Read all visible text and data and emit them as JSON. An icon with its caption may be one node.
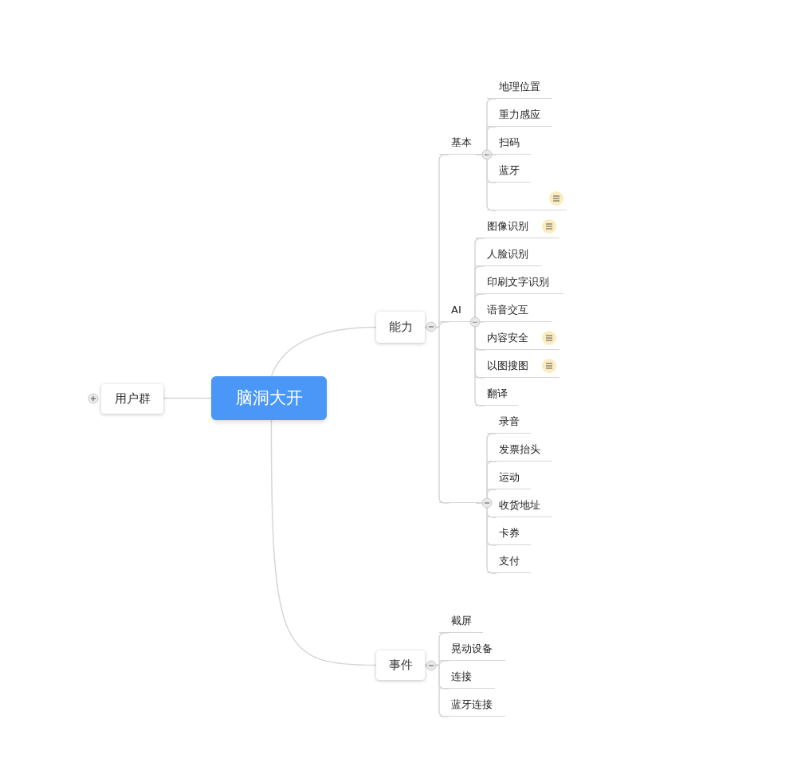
{
  "diagram": {
    "nodes": [
      {
        "text": [
          "脑洞大开"
        ]
      },
      {
        "text": [
          "用户群"
        ]
      },
      {
        "text": [
          "能力"
        ]
      },
      {
        "text": [
          "事件"
        ]
      },
      {
        "text": [
          "基本"
        ]
      },
      {
        "text": [
          "地理位置"
        ]
      },
      {
        "text": [
          "重力感应"
        ]
      },
      {
        "text": [
          "扫码"
        ]
      },
      {
        "text": [
          "蓝牙"
        ]
      },
      {
        "text": [],
        "shape": "bar"
      },
      {
        "text": [
          "AI"
        ]
      },
      {
        "text": [
          "图像识别"
        ]
      },
      {
        "text": [
          "人脸识别"
        ]
      },
      {
        "text": [
          "印刷文字识别"
        ]
      },
      {
        "text": [
          "语音交互"
        ]
      },
      {
        "text": [
          "内容安全"
        ]
      },
      {
        "text": [
          "以图搜图"
        ]
      },
      {
        "text": [
          "翻译"
        ]
      },
      {
        "text": [],
        "shape": "bar"
      },
      {
        "text": [
          "录音"
        ]
      },
      {
        "text": [
          "发票抬头"
        ]
      },
      {
        "text": [
          "运动"
        ]
      },
      {
        "text": [
          "收货地址"
        ]
      },
      {
        "text": [
          "卡券"
        ]
      },
      {
        "text": [
          "支付"
        ]
      },
      {
        "text": [
          "截屏"
        ]
      },
      {
        "text": [
          "晃动设备"
        ]
      },
      {
        "text": [
          "连接"
        ]
      },
      {
        "text": [
          "蓝牙连接"
        ]
      }
    ],
    "edges": [
      {
        "from": 0,
        "to": 1,
        "arrow": "none"
      },
      {
        "from": 0,
        "to": 2,
        "arrow": "none"
      },
      {
        "from": 0,
        "to": 3,
        "arrow": "none"
      },
      {
        "from": 2,
        "to": 4,
        "arrow": "none"
      },
      {
        "from": 2,
        "to": 10,
        "arrow": "none"
      },
      {
        "from": 2,
        "to": 18,
        "arrow": "none"
      },
      {
        "from": 4,
        "to": 5,
        "arrow": "none"
      },
      {
        "from": 4,
        "to": 6,
        "arrow": "none"
      },
      {
        "from": 4,
        "to": 7,
        "arrow": "none"
      },
      {
        "from": 4,
        "to": 8,
        "arrow": "none"
      },
      {
        "from": 4,
        "to": 9,
        "arrow": "none"
      },
      {
        "from": 10,
        "to": 11,
        "arrow": "none"
      },
      {
        "from": 10,
        "to": 12,
        "arrow": "none"
      },
      {
        "from": 10,
        "to": 13,
        "arrow": "none"
      },
      {
        "from": 10,
        "to": 14,
        "arrow": "none"
      },
      {
        "from": 10,
        "to": 15,
        "arrow": "none"
      },
      {
        "from": 10,
        "to": 16,
        "arrow": "none"
      },
      {
        "from": 10,
        "to": 17,
        "arrow": "none"
      },
      {
        "from": 18,
        "to": 19,
        "arrow": "none"
      },
      {
        "from": 18,
        "to": 20,
        "arrow": "none"
      },
      {
        "from": 18,
        "to": 21,
        "arrow": "none"
      },
      {
        "from": 18,
        "to": 22,
        "arrow": "none"
      },
      {
        "from": 18,
        "to": 23,
        "arrow": "none"
      },
      {
        "from": 18,
        "to": 24,
        "arrow": "none"
      },
      {
        "from": 3,
        "to": 25,
        "arrow": "none"
      },
      {
        "from": 3,
        "to": 26,
        "arrow": "none"
      },
      {
        "from": 3,
        "to": 27,
        "arrow": "none"
      },
      {
        "from": 3,
        "to": 28,
        "arrow": "none"
      }
    ]
  }
}
